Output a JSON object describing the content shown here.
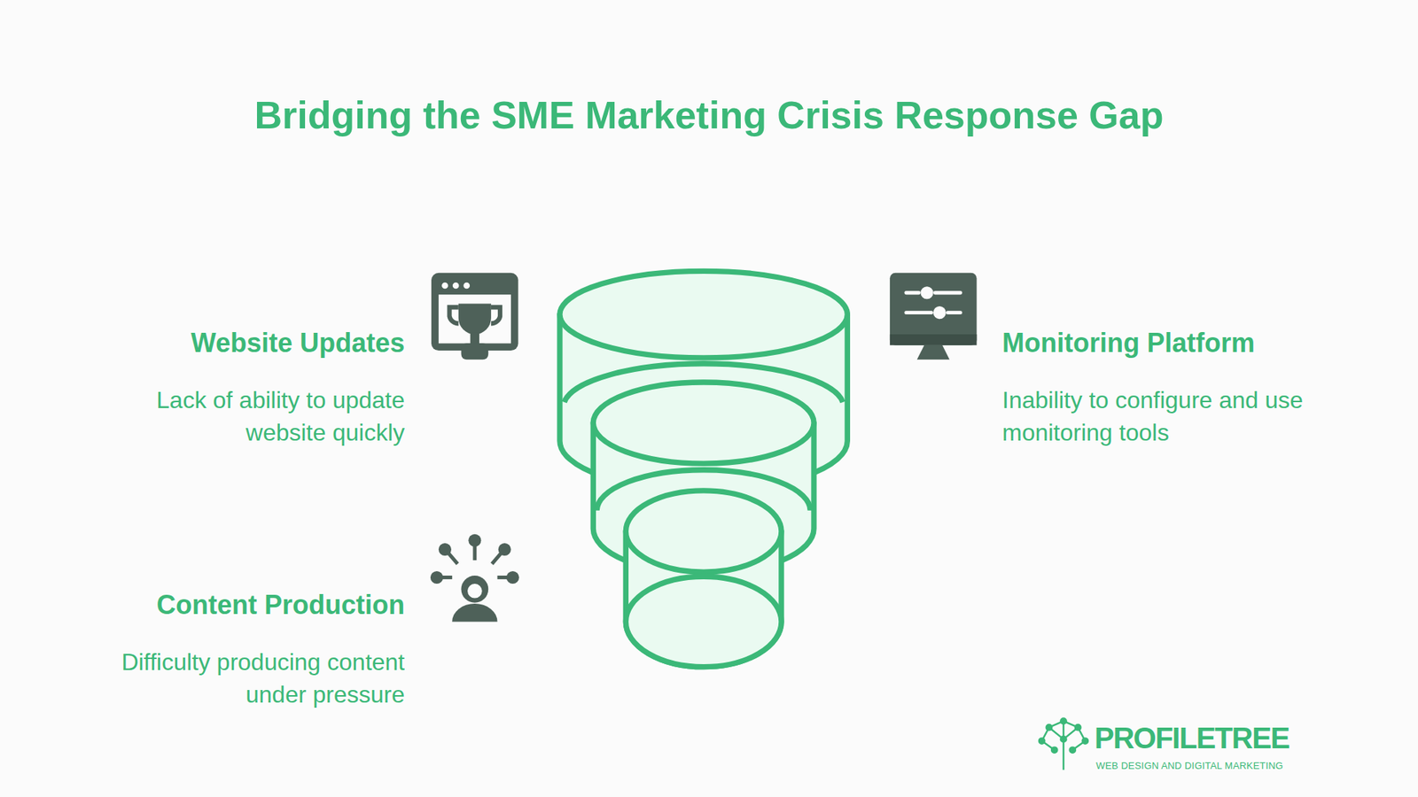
{
  "diagram": {
    "title": "Bridging the SME Marketing Crisis Response Gap",
    "nodes": [
      {
        "text": [
          "Website Updates",
          "Lack of ability to update website quickly"
        ]
      },
      {
        "text": [
          "Monitoring Platform",
          "Inability to configure and use monitoring tools"
        ]
      },
      {
        "text": [
          "Content Production",
          "Difficulty producing content under pressure"
        ]
      }
    ],
    "labels": [
      "PROFILETREE",
      "WEB DESIGN AND DIGITAL MARKETING"
    ]
  }
}
